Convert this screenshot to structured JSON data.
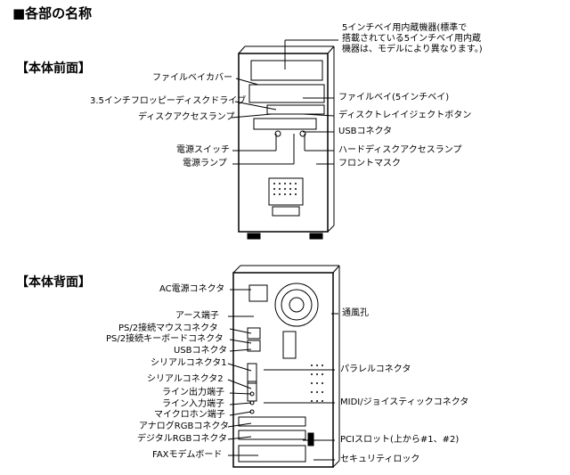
{
  "page": {
    "title": "■各部の名称"
  },
  "front": {
    "heading": "【本体前面】",
    "labels": {
      "bay_device": "5インチベイ用内蔵機器(標準で",
      "bay_device_2": "搭載されている5インチベイ用内蔵",
      "bay_device_3": "機器は、モデルにより異なります。)",
      "bay_cover": "ファイルベイカバー",
      "fdd": "3.5インチフロッピーディスクドライブ",
      "file_bay": "ファイルベイ(5インチベイ)",
      "disk_lamp": "ディスクアクセスランプ",
      "eject": "ディスクトレイイジェクトボタン",
      "usb": "USBコネクタ",
      "power_switch": "電源スイッチ",
      "hdd_lamp": "ハードディスクアクセスランプ",
      "power_lamp": "電源ランプ",
      "front_mask": "フロントマスク"
    }
  },
  "back": {
    "heading": "【本体背面】",
    "labels": {
      "ac": "AC電源コネクタ",
      "vent": "通風孔",
      "earth": "アース端子",
      "ps2_mouse": "PS/2接続マウスコネクタ",
      "ps2_kbd": "PS/2接続キーボードコネクタ",
      "usb": "USBコネクタ",
      "serial1": "シリアルコネクタ1",
      "parallel": "パラレルコネクタ",
      "serial2": "シリアルコネクタ2",
      "line_out": "ライン出力端子",
      "midi": "MIDI/ジョイスティックコネクタ",
      "line_in": "ライン入力端子",
      "mic": "マイクロホン端子",
      "analog_rgb": "アナログRGBコネクタ",
      "digital_rgb": "デジタルRGBコネクタ",
      "pci": "PCIスロット(上から#1、#2)",
      "fax": "FAXモデムボード",
      "lock": "セキュリティロック"
    }
  }
}
